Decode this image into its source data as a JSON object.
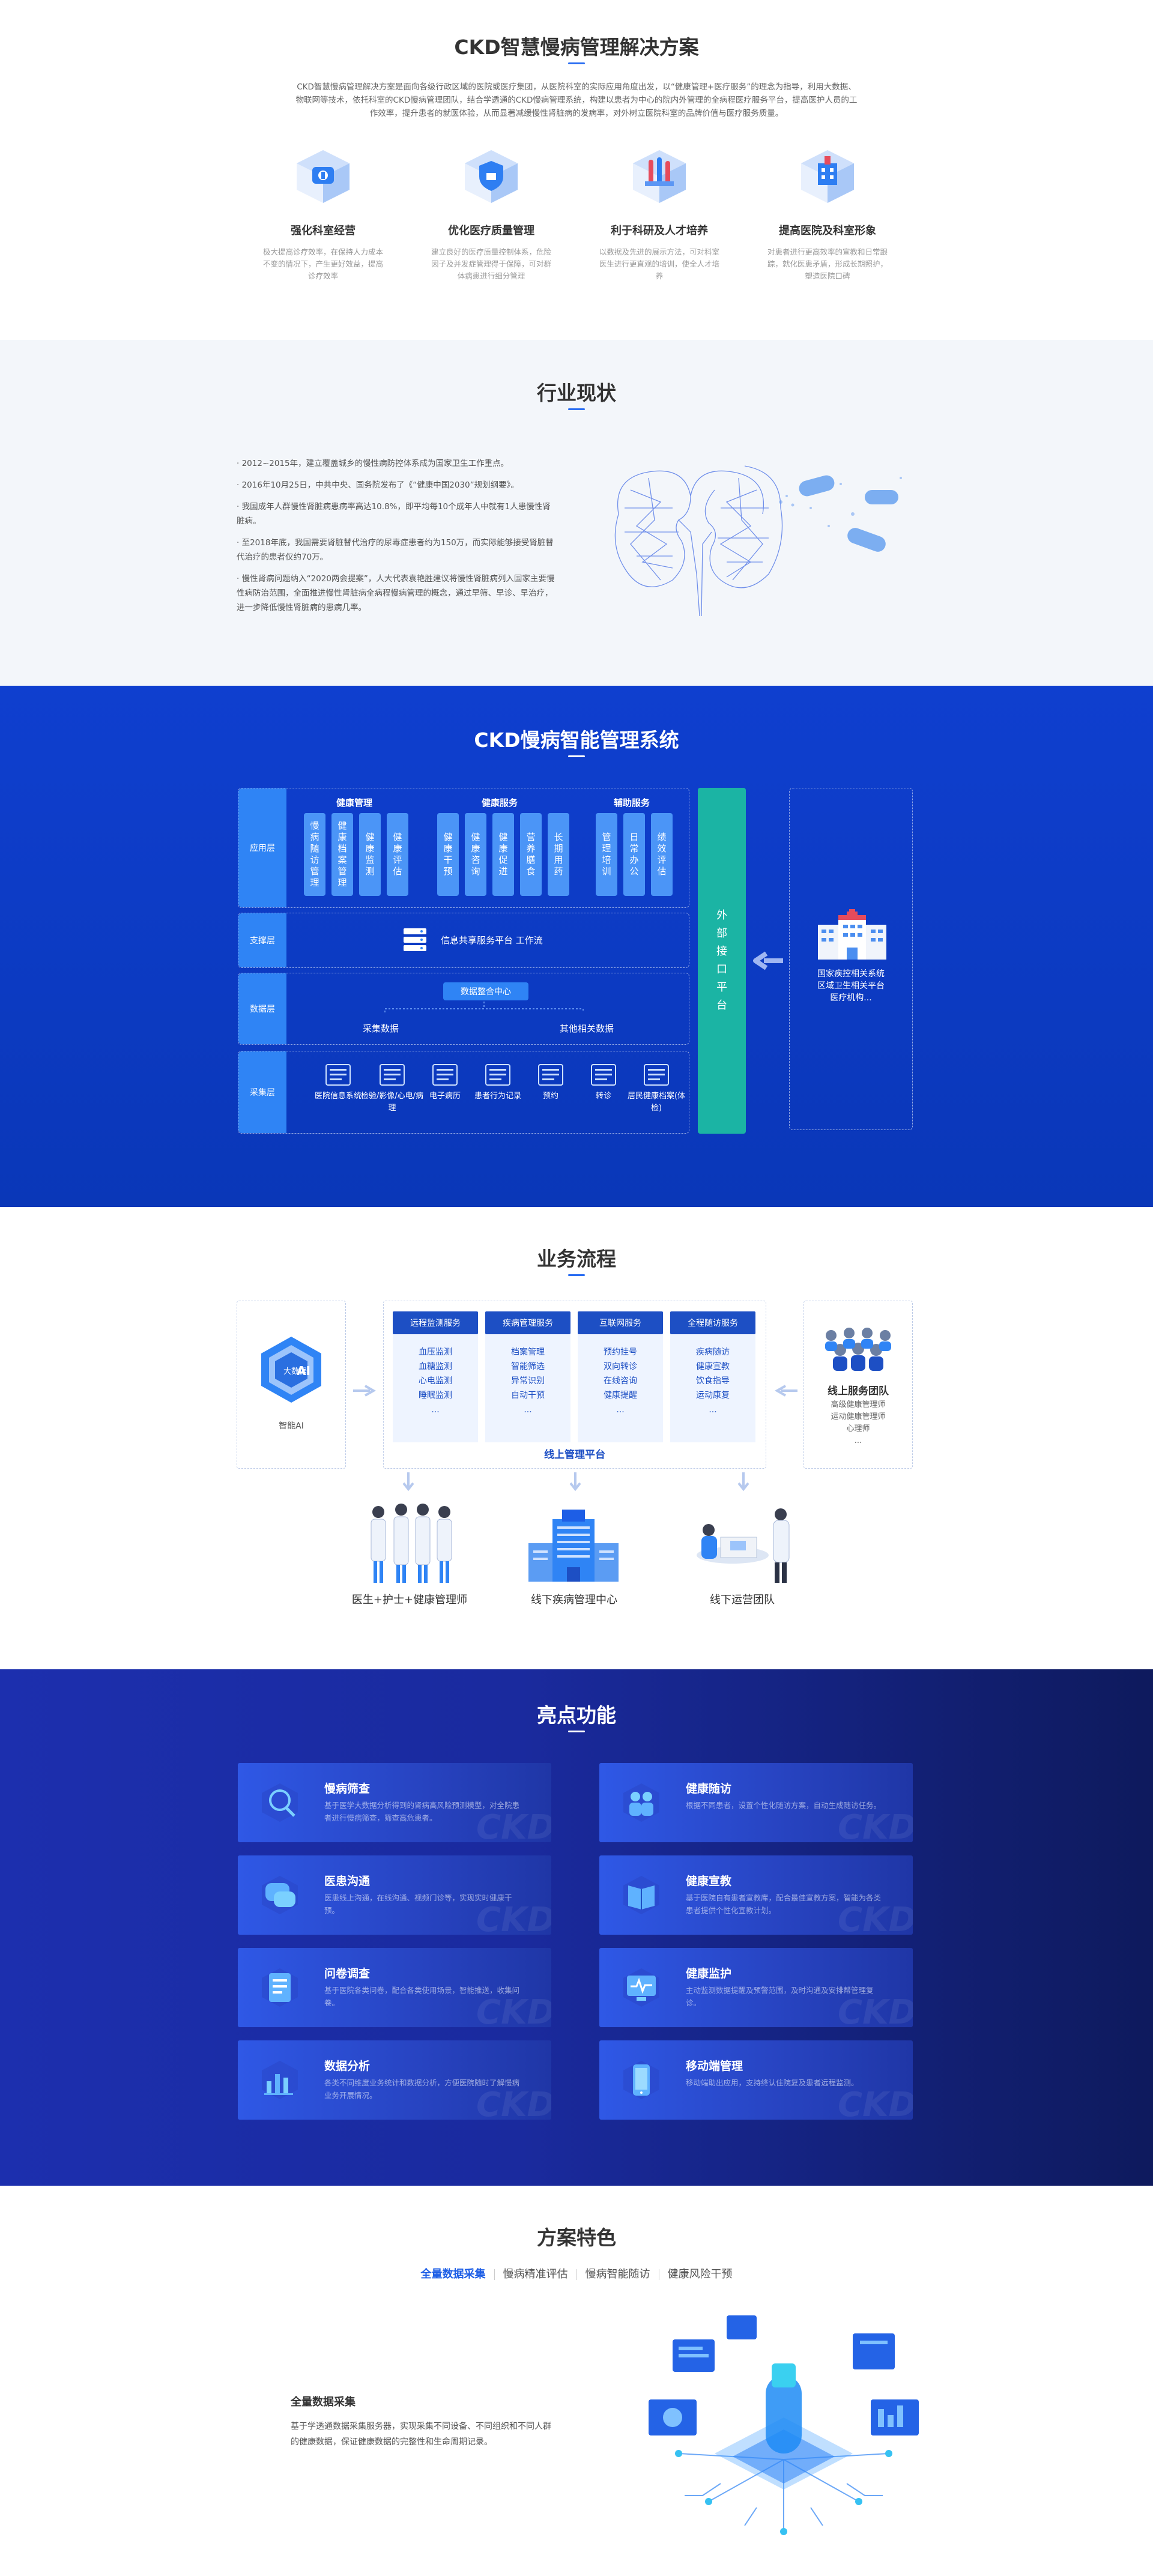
{
  "solution": {
    "title": "CKD智慧慢病管理解决方案",
    "intro": "CKD智慧慢病管理解决方案是面向各级行政区域的医院或医疗集团，从医院科室的实际应用角度出发，以“健康管理+医疗服务”的理念为指导，利用大数据、物联网等技术，依托科室的CKD慢病管理团队，结合学透通的CKD慢病管理系统，构建以患者为中心的院内外管理的全病程医疗服务平台，提高医护人员的工作效率，提升患者的就医体验，从而显著减缓慢性肾脏病的发病率，对外树立医院科室的品牌价值与医疗服务质量。",
    "advantages": [
      {
        "title": "强化科室经营",
        "desc": "极大提高诊疗效率，在保持人力成本不变的情况下，产生更好效益，提高诊疗效率"
      },
      {
        "title": "优化医疗质量管理",
        "desc": "建立良好的医疗质量控制体系，危险因子及并发症管理得于保障，可对群体病患进行细分管理"
      },
      {
        "title": "利于科研及人才培养",
        "desc": "以数据及先进的展示方法，可对科室医生进行更直观的培训，使全人才培养"
      },
      {
        "title": "提高医院及科室形象",
        "desc": "对患者进行更高效率的宣教和日常跟踪，就化医患矛盾，形成长期照护，塑造医院口碑"
      }
    ]
  },
  "industry": {
    "title": "行业现状",
    "items": [
      "· 2012~2015年，建立覆盖城乡的慢性病防控体系成为国家卫生工作重点。",
      "· 2016年10月25日，中共中央、国务院发布了《“健康中国2030”规划纲要》。",
      "· 我国成年人群慢性肾脏病患病率高达10.8%，即平均每10个成年人中就有1人患慢性肾脏病。",
      "· 至2018年底，我国需要肾脏替代治疗的尿毒症患者约为150万，而实际能够接受肾脏替代治疗的患者仅约70万。",
      "· 慢性肾病问题纳入“2020两会提案”，人大代表袁艳胜建议将慢性肾脏病列入国家主要慢性病防治范围，全面推进慢性肾脏病全病程慢病管理的概念，通过早筛、早诊、早治疗，进一步降低慢性肾脏病的患病几率。"
    ]
  },
  "system": {
    "title": "CKD慢病智能管理系统",
    "layers": {
      "app": "应用层",
      "support": "支撑层",
      "data": "数据层",
      "collect": "采集层"
    },
    "groups": [
      {
        "name": "健康管理",
        "items": [
          "慢病随访管理",
          "健康档案管理",
          "健康监测",
          "健康评估"
        ]
      },
      {
        "name": "健康服务",
        "items": [
          "健康干预",
          "健康咨询",
          "健康促进",
          "营养膳食",
          "长期用药"
        ]
      },
      {
        "name": "辅助服务",
        "items": [
          "管理培训",
          "日常办公",
          "绩效评估"
        ]
      }
    ],
    "support_text": "信息共享服务平台   工作流",
    "data_center": "数据整合中心",
    "data_collect": "采集数据",
    "data_other": "其他相关数据",
    "collect_items": [
      "医院信息系统",
      "检验/影像/心电/病理",
      "电子病历",
      "患者行为记录",
      "预约",
      "转诊",
      "居民健康档案(体检)"
    ],
    "interface": "外部接口平台",
    "external": "国家疾控相关系统\n区域卫生相关平台\n医疗机构..."
  },
  "process": {
    "title": "业务流程",
    "ai_label": "智能AI",
    "ai_badge": "大数据",
    "ai_mark": "AI",
    "columns": [
      {
        "head": "远程监测服务",
        "items": [
          "血压监测",
          "血糖监测",
          "心电监测",
          "睡眠监测",
          "..."
        ]
      },
      {
        "head": "疾病管理服务",
        "items": [
          "档案管理",
          "智能筛选",
          "异常识别",
          "自动干预",
          "..."
        ]
      },
      {
        "head": "互联网服务",
        "items": [
          "预约挂号",
          "双向转诊",
          "在线咨询",
          "健康提醒",
          "..."
        ]
      },
      {
        "head": "全程随访服务",
        "items": [
          "疾病随访",
          "健康宣教",
          "饮食指导",
          "运动康复",
          "..."
        ]
      }
    ],
    "platform": "线上管理平台",
    "team_title": "线上服务团队",
    "team_desc": "高级健康管理师\n运动健康管理师\n心理师\n...",
    "bottom": [
      "医生+护士+健康管理师",
      "线下疾病管理中心",
      "线下运营团队"
    ]
  },
  "features": {
    "title": "亮点功能",
    "watermark": "CKD",
    "items": [
      {
        "title": "慢病筛查",
        "desc": "基于医学大数据分析得到的肾病高风险预测模型，对全院患者进行慢病筛查，筛查高危患者。"
      },
      {
        "title": "健康随访",
        "desc": "根据不同患者，设置个性化随访方案，自动生成随访任务。"
      },
      {
        "title": "医患沟通",
        "desc": "医患线上沟通，在线沟通、视频门诊等，实现实时健康干预。"
      },
      {
        "title": "健康宣教",
        "desc": "基于医院自有患者宣教库，配合最佳宣教方案，智能为各类患者提供个性化宣教计划。"
      },
      {
        "title": "问卷调查",
        "desc": "基于医院各类问卷，配合各类使用场景，智能推送，收集问卷。"
      },
      {
        "title": "健康监护",
        "desc": "主动监测数据提醒及预警范围，及时沟通及安排帮管理复诊。"
      },
      {
        "title": "数据分析",
        "desc": "各类不同维度业务统计和数据分析，方便医院随时了解慢病业务开展情况。"
      },
      {
        "title": "移动端管理",
        "desc": "移动端助出应用，支持终认住院复及患者远程监测。"
      }
    ]
  },
  "characteristics": {
    "title": "方案特色",
    "tabs": [
      "全量数据采集",
      "慢病精准评估",
      "慢病智能随访",
      "健康风险干预"
    ],
    "active_title": "全量数据采集",
    "active_desc": "基于学透通数据采集服务器，实现采集不同设备、不同组织和不同人群的健康数据，保证健康数据的完整性和生命周期记录。"
  },
  "colors": {
    "primary": "#1d5ee6",
    "system_bg": "#0f3fcf",
    "feature_bg": "#1c2fae",
    "teal": "#1bb4a4"
  }
}
